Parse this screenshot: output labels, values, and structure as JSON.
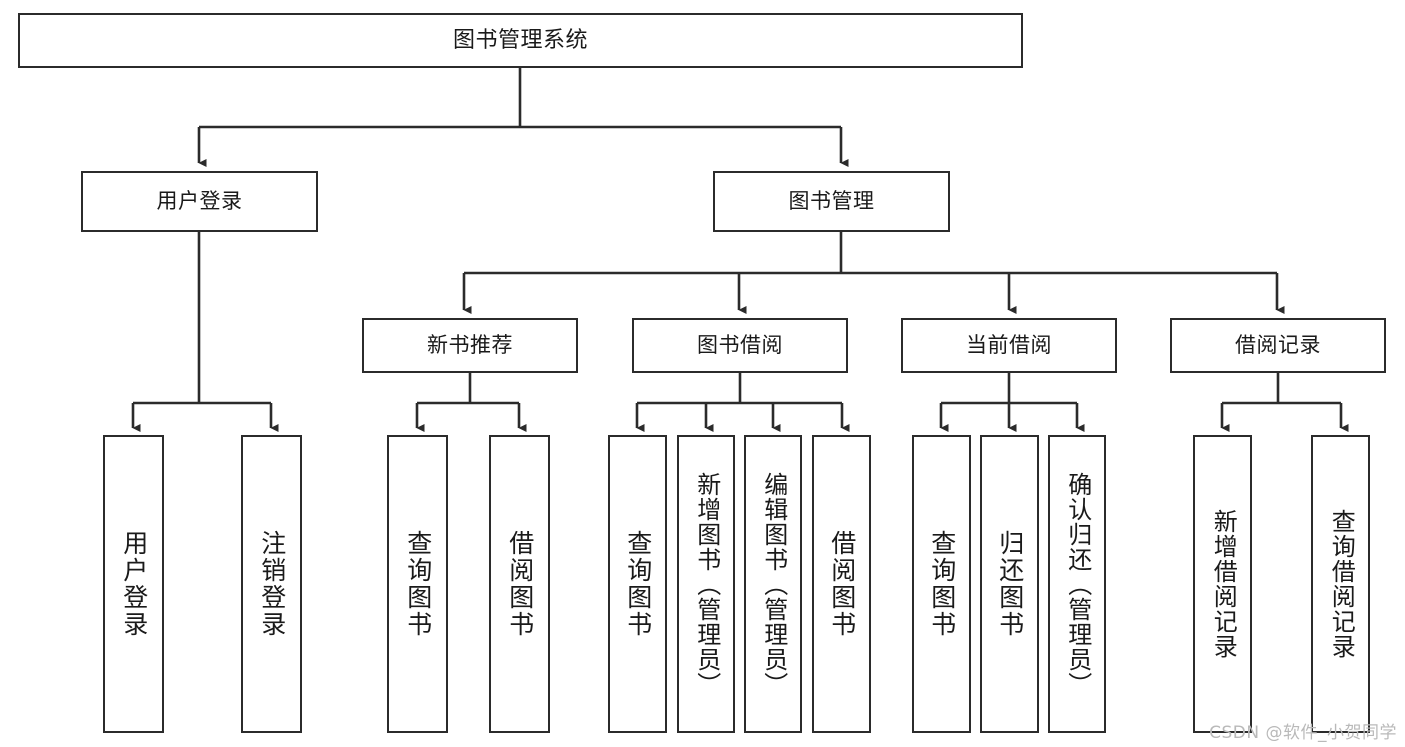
{
  "diagram": {
    "title": "图书管理系统",
    "type": "hierarchy-tree",
    "watermark": "CSDN @软件_小贺同学",
    "colors": {
      "stroke": "#2b2b2b",
      "fill": "#ffffff",
      "text": "#1a1a1a",
      "watermark": "#b9b9b9"
    },
    "nodes": {
      "root": "图书管理系统",
      "level2": {
        "user_login": "用户登录",
        "book_manage": "图书管理"
      },
      "level3": {
        "new_book_rec": "新书推荐",
        "book_borrow": "图书借阅",
        "current_borrow": "当前借阅",
        "borrow_record": "借阅记录"
      },
      "leaves": {
        "user_login_1": "用户登录",
        "user_login_2": "注销登录",
        "new_book_rec_1": "查询图书",
        "new_book_rec_2": "借阅图书",
        "book_borrow_1": "查询图书",
        "book_borrow_2": "新增图书（管理员）",
        "book_borrow_3": "编辑图书（管理员）",
        "book_borrow_4": "借阅图书",
        "current_borrow_1": "查询图书",
        "current_borrow_2": "归还图书",
        "current_borrow_3": "确认归还（管理员）",
        "borrow_record_1": "新增借阅记录",
        "borrow_record_2": "查询借阅记录"
      }
    }
  }
}
